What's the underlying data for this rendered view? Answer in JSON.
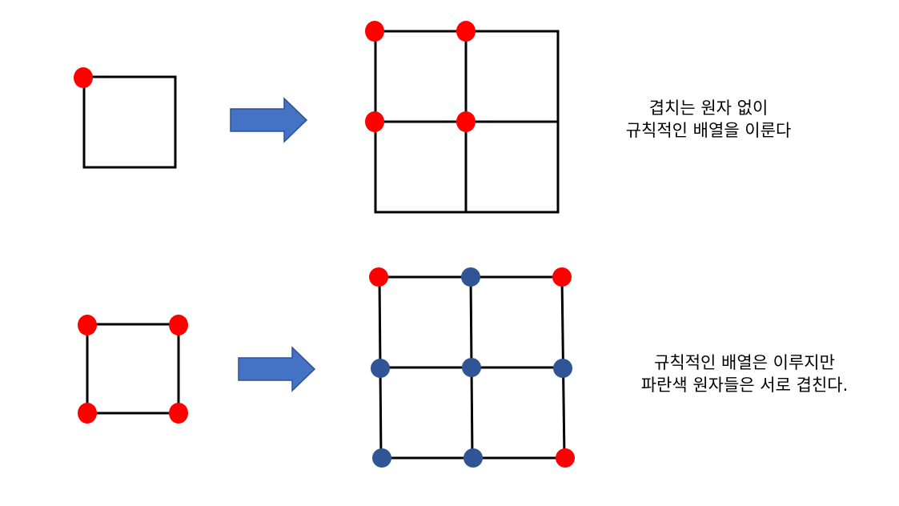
{
  "colors": {
    "line": "#000000",
    "red_atom": "#ff0000",
    "blue_atom": "#2f5597",
    "arrow_fill": "#4472c4",
    "arrow_stroke": "#2f528f"
  },
  "top_example": {
    "caption_line1": "겹치는 원자 없이",
    "caption_line2": "규칙적인 배열을 이룬다"
  },
  "bottom_example": {
    "caption_line1": "규칙적인 배열은 이루지만",
    "caption_line2": "파란색 원자들은 서로 겹친다."
  }
}
